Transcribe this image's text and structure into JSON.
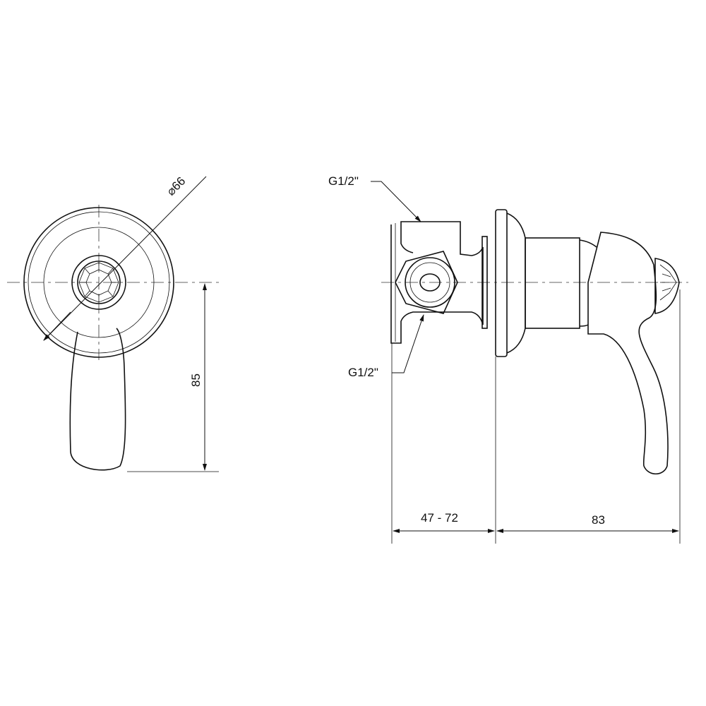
{
  "drawing": {
    "front_view": {
      "diameter_label": "⌀66",
      "height_label": "85"
    },
    "side_view": {
      "thread_top_label": "G1/2\"",
      "thread_bottom_label": "G1/2\"",
      "depth_range_label": "47 - 72",
      "projection_label": "83"
    }
  }
}
